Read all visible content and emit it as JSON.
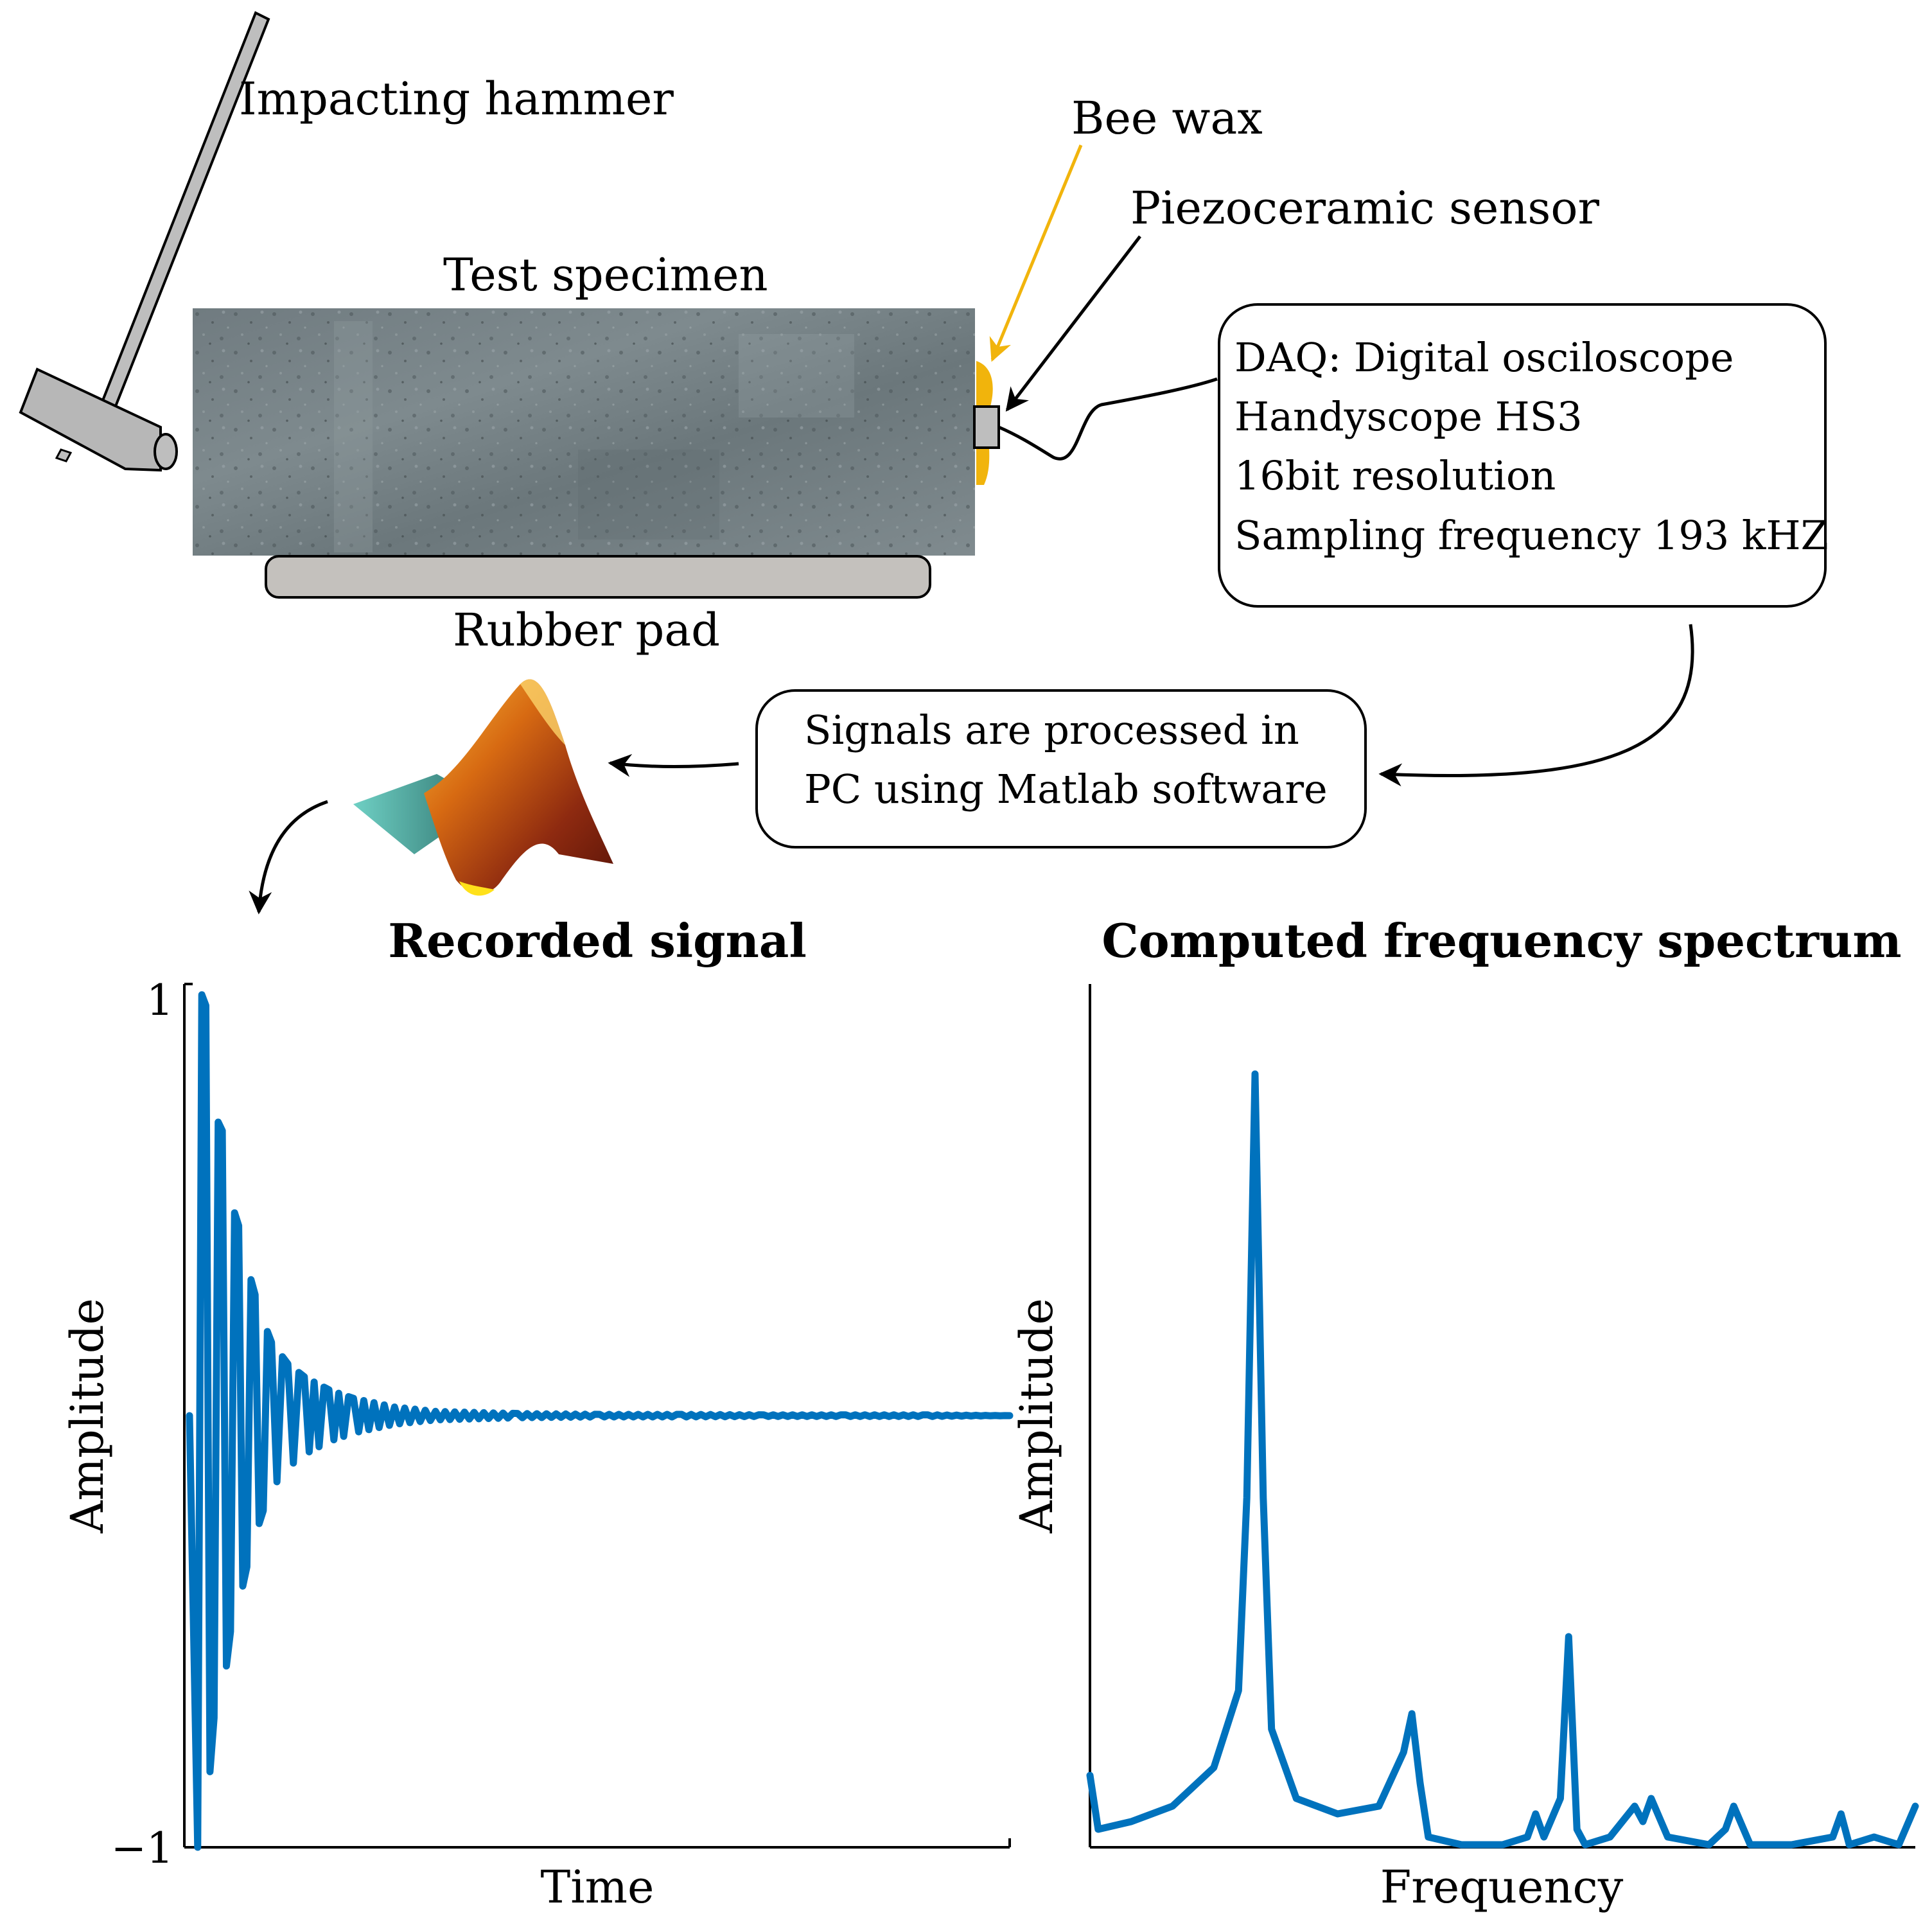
{
  "setup": {
    "hammer_label": "Impacting hammer",
    "specimen_label": "Test specimen",
    "rubber_label": "Rubber pad",
    "wax_label": "Bee wax",
    "sensor_label": "Piezoceramic sensor",
    "colors": {
      "wax": "#F1B40C",
      "signal": "#0072BD",
      "specimen": "#6E7C80",
      "pad": "#C4C1BD",
      "hammer": "#BEBEBE"
    }
  },
  "daq_box": {
    "lines": [
      "DAQ: Digital osciloscope",
      "Handyscope HS3",
      "16bit resolution",
      "Sampling frequency 193 kHZ"
    ]
  },
  "pc_box": {
    "lines": [
      "Signals are processed in",
      "PC using Matlab software"
    ]
  },
  "chart_data": [
    {
      "type": "line",
      "title": "Recorded signal",
      "xlabel": "Time",
      "ylabel": "Amplitude",
      "ylim": [
        -1,
        1
      ],
      "yticks": [
        "1",
        "−1"
      ],
      "series": [
        {
          "color": "#0072BD",
          "x": [
            0,
            0.01,
            0.02,
            0.03,
            0.04,
            0.05,
            0.06,
            0.07,
            0.08,
            0.09,
            0.1,
            0.12,
            0.14,
            0.17,
            0.2,
            0.25,
            0.3,
            0.4,
            0.5,
            0.6,
            0.7,
            0.8,
            0.9,
            1.0
          ],
          "y": [
            0,
            -1.0,
            0.95,
            -0.7,
            0.66,
            -0.5,
            0.44,
            -0.35,
            0.28,
            -0.22,
            0.17,
            0.12,
            0.09,
            0.06,
            0.04,
            0.02,
            0.01,
            0.005,
            0.003,
            0.003,
            0.002,
            0.002,
            0.002,
            0.0
          ]
        }
      ]
    },
    {
      "type": "line",
      "title": "Computed frequency spectrum",
      "xlabel": "Frequency",
      "ylabel": "Amplitude",
      "series": [
        {
          "color": "#0072BD",
          "x": [
            0,
            0.01,
            0.05,
            0.1,
            0.15,
            0.18,
            0.19,
            0.2,
            0.21,
            0.22,
            0.25,
            0.3,
            0.35,
            0.38,
            0.39,
            0.4,
            0.41,
            0.45,
            0.5,
            0.53,
            0.54,
            0.55,
            0.57,
            0.58,
            0.59,
            0.6,
            0.63,
            0.66,
            0.67,
            0.68,
            0.7,
            0.75,
            0.77,
            0.78,
            0.8,
            0.85,
            0.9,
            0.91,
            0.92,
            0.95,
            0.98,
            1.0
          ],
          "y": [
            0.09,
            0.02,
            0.03,
            0.05,
            0.1,
            0.2,
            0.45,
            1.0,
            0.45,
            0.15,
            0.06,
            0.04,
            0.05,
            0.12,
            0.17,
            0.08,
            0.01,
            0.0,
            0.0,
            0.01,
            0.04,
            0.01,
            0.06,
            0.27,
            0.02,
            0.0,
            0.01,
            0.05,
            0.03,
            0.06,
            0.01,
            0.0,
            0.02,
            0.05,
            0.0,
            0.0,
            0.01,
            0.04,
            0.0,
            0.01,
            0.0,
            0.05
          ]
        }
      ]
    }
  ]
}
